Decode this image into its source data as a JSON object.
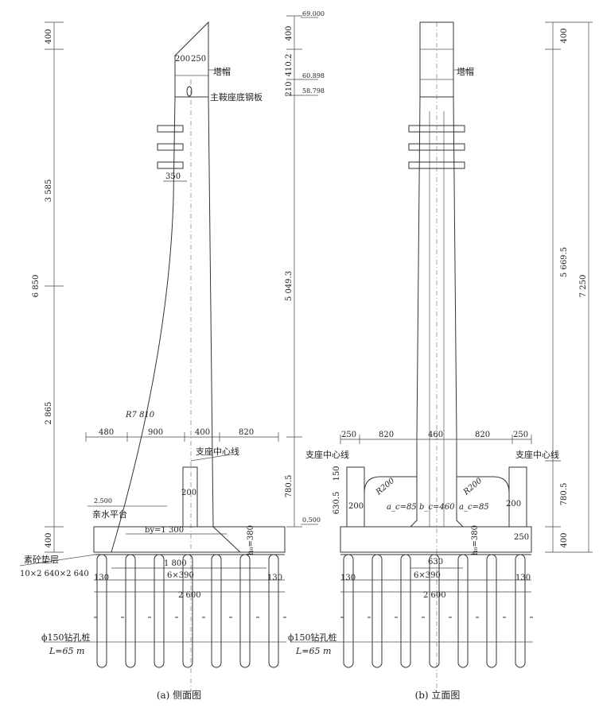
{
  "left_view": {
    "caption": "(a) 侧面图",
    "dims_vertical": [
      "400",
      "3 585",
      "2 865",
      "6 850",
      "400"
    ],
    "dims_top": [
      "200",
      "250"
    ],
    "width_350": "350",
    "radius": "R7 810",
    "bearing_dims": [
      "480",
      "900",
      "400",
      "820"
    ],
    "cap_width": "by=1 300",
    "cap_height": "h₀=380",
    "pedestal": "200",
    "pile_spacing": [
      "1 800",
      "6×390",
      "2 600"
    ],
    "edge_dims": [
      "130",
      "130"
    ],
    "elev": "2.500",
    "labels": {
      "tower_cap": "塔帽",
      "saddle_plate": "主鞍座底钢板",
      "bearing_line": "支座中心线",
      "waterfront": "亲水平台",
      "cushion": "素砼垫层",
      "cushion_size": "10×2 640×2 640",
      "pile_type": "ϕ150钻孔桩",
      "pile_length": "L=65 m"
    }
  },
  "right_view": {
    "caption": "(b) 立面图",
    "dims_left": [
      "400",
      "410.2",
      "210",
      "5 049.3",
      "780.5",
      "630.5",
      "150"
    ],
    "elevations": [
      "69.000",
      "60.898",
      "58.798",
      "0.500"
    ],
    "dims_right": [
      "400",
      "5 669.5",
      "7 250",
      "780.5",
      "400"
    ],
    "top_dims": [
      "250",
      "820",
      "460",
      "820",
      "250"
    ],
    "radius_left": "R200",
    "radius_right": "R200",
    "a_left": "a_c=85",
    "b_mid": "b_c=460",
    "a_right": "a_c=85",
    "ped_left": "200",
    "ped_right": "200",
    "cap_630": "630",
    "cap_250": "250",
    "cap_height": "h₀=380",
    "pile_spacing": [
      "6×390",
      "2 600"
    ],
    "edge_dims": [
      "130",
      "130"
    ],
    "labels": {
      "tower_cap": "塔帽",
      "bearing_line_left": "支座中心线",
      "bearing_line_right": "支座中心线",
      "pile_type": "ϕ150钻孔桩",
      "pile_length": "L=65 m"
    }
  }
}
